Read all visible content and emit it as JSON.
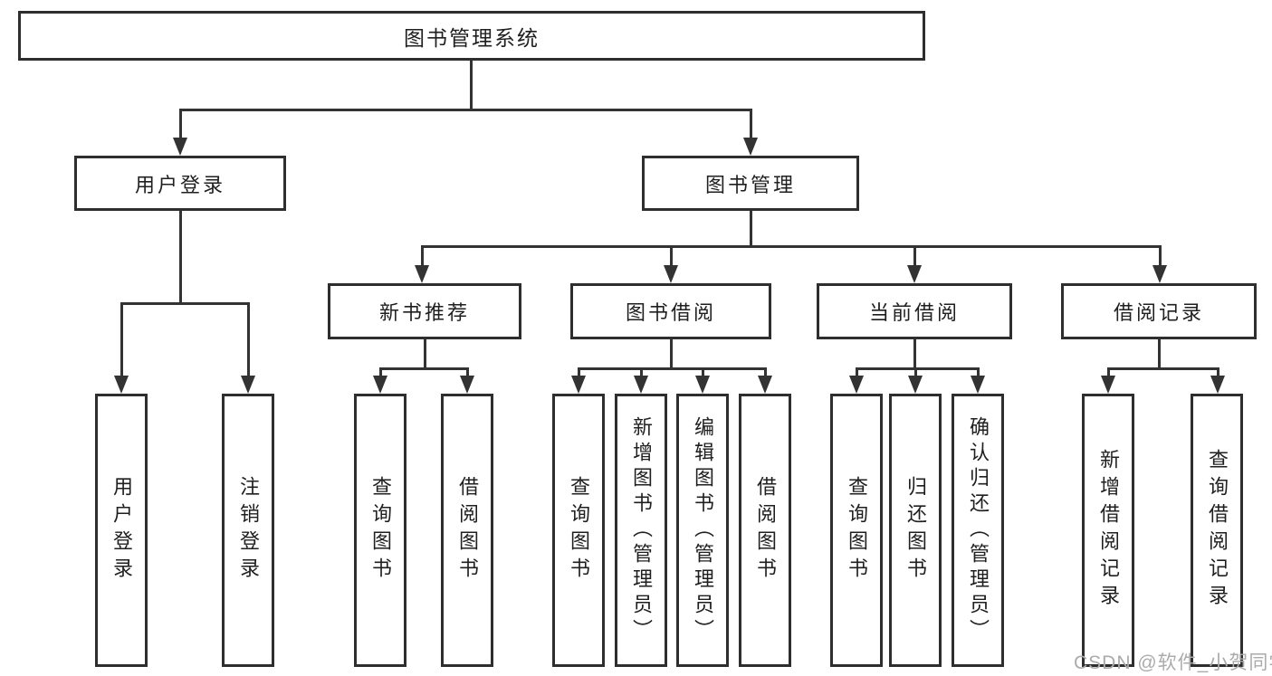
{
  "tree": {
    "root": {
      "label": "图书管理系统"
    },
    "branches": [
      {
        "label": "用户登录",
        "children": [
          {
            "label": "用户登录"
          },
          {
            "label": "注销登录"
          }
        ]
      },
      {
        "label": "图书管理",
        "children": [
          {
            "label": "新书推荐",
            "children": [
              {
                "label": "查询图书"
              },
              {
                "label": "借阅图书"
              }
            ]
          },
          {
            "label": "图书借阅",
            "children": [
              {
                "label": "查询图书"
              },
              {
                "label": "新增图书（管理员）"
              },
              {
                "label": "编辑图书（管理员）"
              },
              {
                "label": "借阅图书"
              }
            ]
          },
          {
            "label": "当前借阅",
            "children": [
              {
                "label": "查询图书"
              },
              {
                "label": "归还图书"
              },
              {
                "label": "确认归还（管理员）"
              }
            ]
          },
          {
            "label": "借阅记录",
            "children": [
              {
                "label": "新增借阅记录"
              },
              {
                "label": "查询借阅记录"
              }
            ]
          }
        ]
      }
    ]
  },
  "watermark": {
    "text": "CSDN @软件_小贺同学"
  },
  "colors": {
    "line": "#333333",
    "box_border": "#2e2e2e",
    "text": "#1f1f1f",
    "watermark": "#ababab",
    "background": "#ffffff"
  }
}
